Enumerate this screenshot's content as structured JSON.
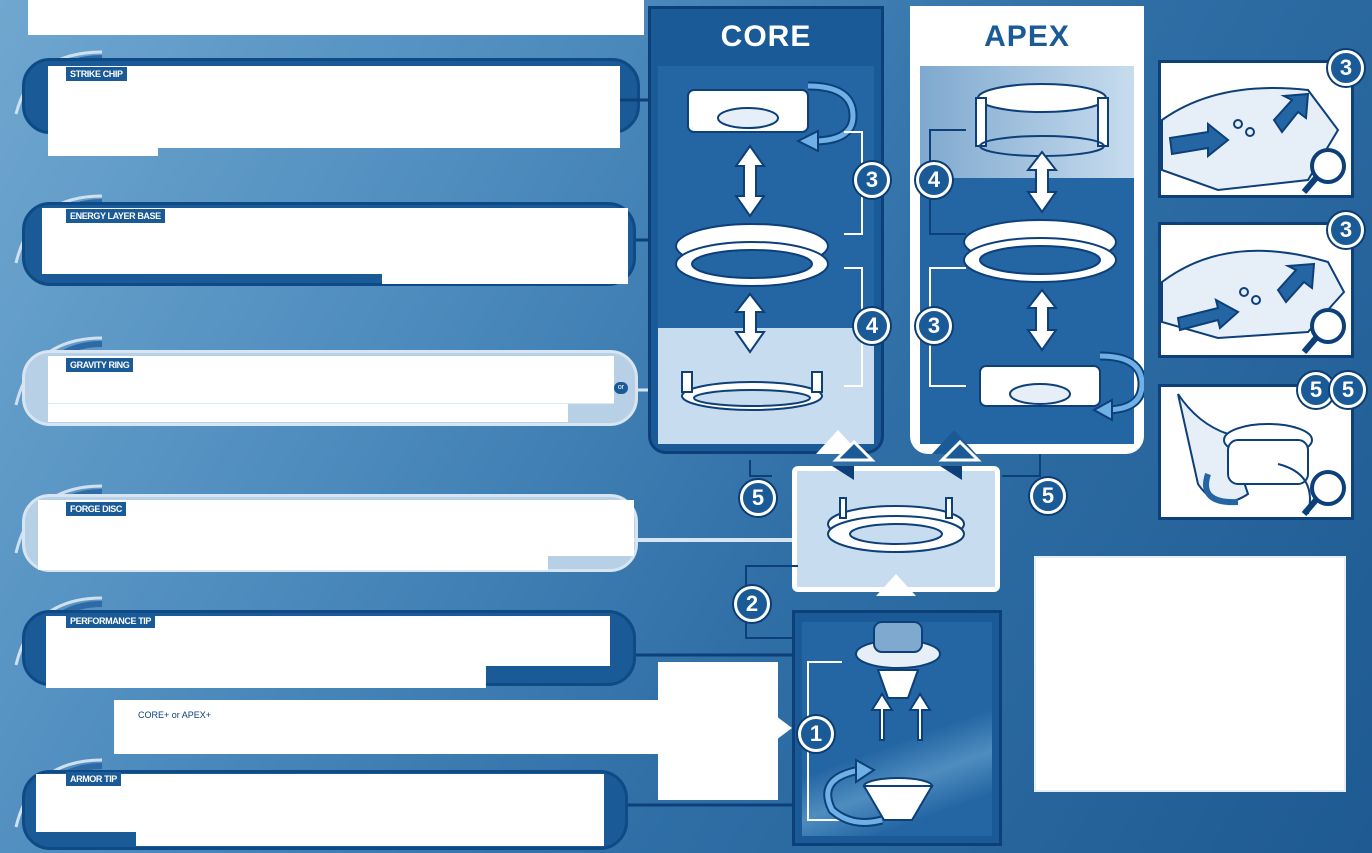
{
  "parts": [
    {
      "label": "STRIKE CHIP"
    },
    {
      "label": "ENERGY LAYER BASE"
    },
    {
      "label": "GRAVITY RING"
    },
    {
      "label": "FORGE DISC"
    },
    {
      "label": "PERFORMANCE TIP"
    },
    {
      "label": "ARMOR TIP"
    }
  ],
  "or_label": "or",
  "note_core_apex": "CORE+ or APEX+",
  "columns": {
    "core": {
      "title": "CORE"
    },
    "apex": {
      "title": "APEX"
    }
  },
  "steps": {
    "one": "1",
    "two": "2",
    "three": "3",
    "four": "4",
    "five": "5"
  },
  "colors": {
    "dark_blue": "#1a5a97",
    "navy": "#0d3f79",
    "light_blue": "#b8d0e6",
    "white": "#ffffff"
  },
  "icons": [
    "magnifier-icon",
    "rotate-arrow-icon",
    "double-arrow-icon",
    "up-arrow-icon"
  ]
}
